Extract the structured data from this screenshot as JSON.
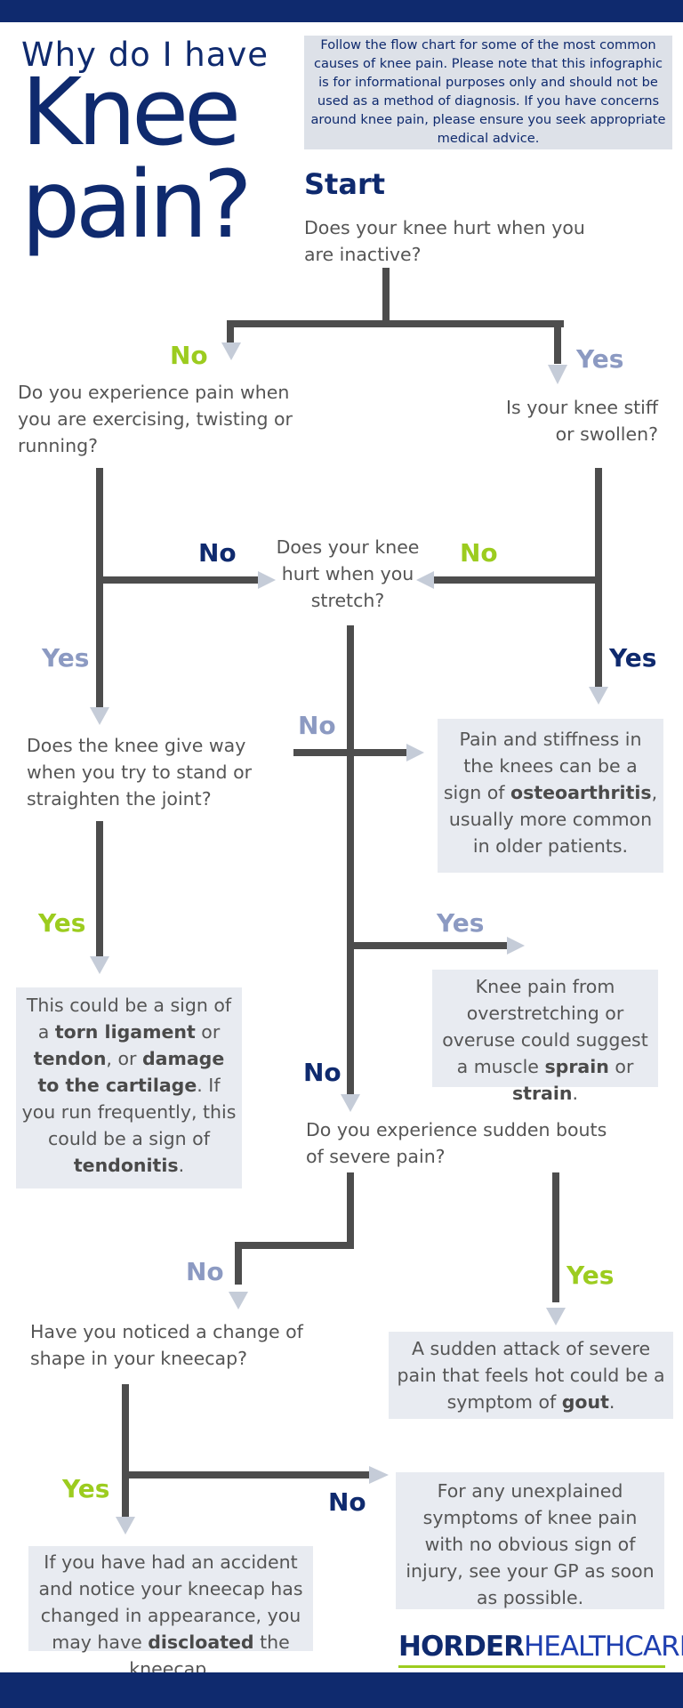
{
  "header": {
    "title_small": "Why do I have",
    "title_line1": "Knee",
    "title_line2": "pain?",
    "intro": "Follow the flow chart for some of the most common causes of knee pain. Please note that this infographic is for informational purposes only and should not be used as a method of diagnosis. If you have concerns around knee pain, please ensure you seek appropriate medical advice.",
    "start": "Start"
  },
  "questions": {
    "q1": "Does your knee hurt when you are inactive?",
    "q2": "Do you experience pain when you are exercising, twisting or running?",
    "q3": "Is your knee stiff or swollen?",
    "q4": "Does your knee hurt when you stretch?",
    "q5": "Does the knee give way when you try to stand or straighten the joint?",
    "q6": "Do you experience sudden bouts of severe pain?",
    "q7": "Have you noticed a change of shape in your kneecap?"
  },
  "labels": {
    "l1_no": "No",
    "l1_yes": "Yes",
    "l2_no": "No",
    "l3_no": "No",
    "l2_yes": "Yes",
    "l3_yes": "Yes",
    "l4_no": "No",
    "l5_yes": "Yes",
    "l4_yes": "Yes",
    "l4b_no": "No",
    "l6_no": "No",
    "l6_yes": "Yes",
    "l7_yes": "Yes",
    "l7_no": "No"
  },
  "outcomes": {
    "osteo": {
      "a": "Pain and stiffness in the knees can be a sign of ",
      "b": "osteoarthritis",
      "c": ", usually more common in older patients."
    },
    "ligament": {
      "a": "This could be a sign of a ",
      "b": "torn ligament",
      "c": " or ",
      "d": "tendon",
      "e": ", or ",
      "f": "damage to the cartilage",
      "g": ". If you run frequently, this could be a sign of ",
      "h": "tendonitis",
      "i": "."
    },
    "sprain": {
      "a": "Knee pain from overstretching or overuse could suggest a muscle ",
      "b": "sprain",
      "c": " or ",
      "d": "strain",
      "e": "."
    },
    "gout": {
      "a": "A sudden attack of severe pain that feels hot could be a symptom of ",
      "b": "gout",
      "c": "."
    },
    "dislocated": {
      "a": "If you have had an accident and notice your kneecap has changed in appearance, you may have ",
      "b": "discloated",
      "c": " the kneecap."
    },
    "gp": "For any unexplained symptoms of knee pain with no obvious sign of injury, see your GP as soon as possible."
  },
  "footer": {
    "logo_bold": "HORDER",
    "logo_light": "HEALTHCARE"
  },
  "colors": {
    "navy": "#0f2a6e",
    "green": "#9ccc1f",
    "light_blue": "#8c9ac2",
    "line": "#4d4d4d",
    "arrow": "#c5ccd8",
    "box": "#e8ebf1"
  }
}
